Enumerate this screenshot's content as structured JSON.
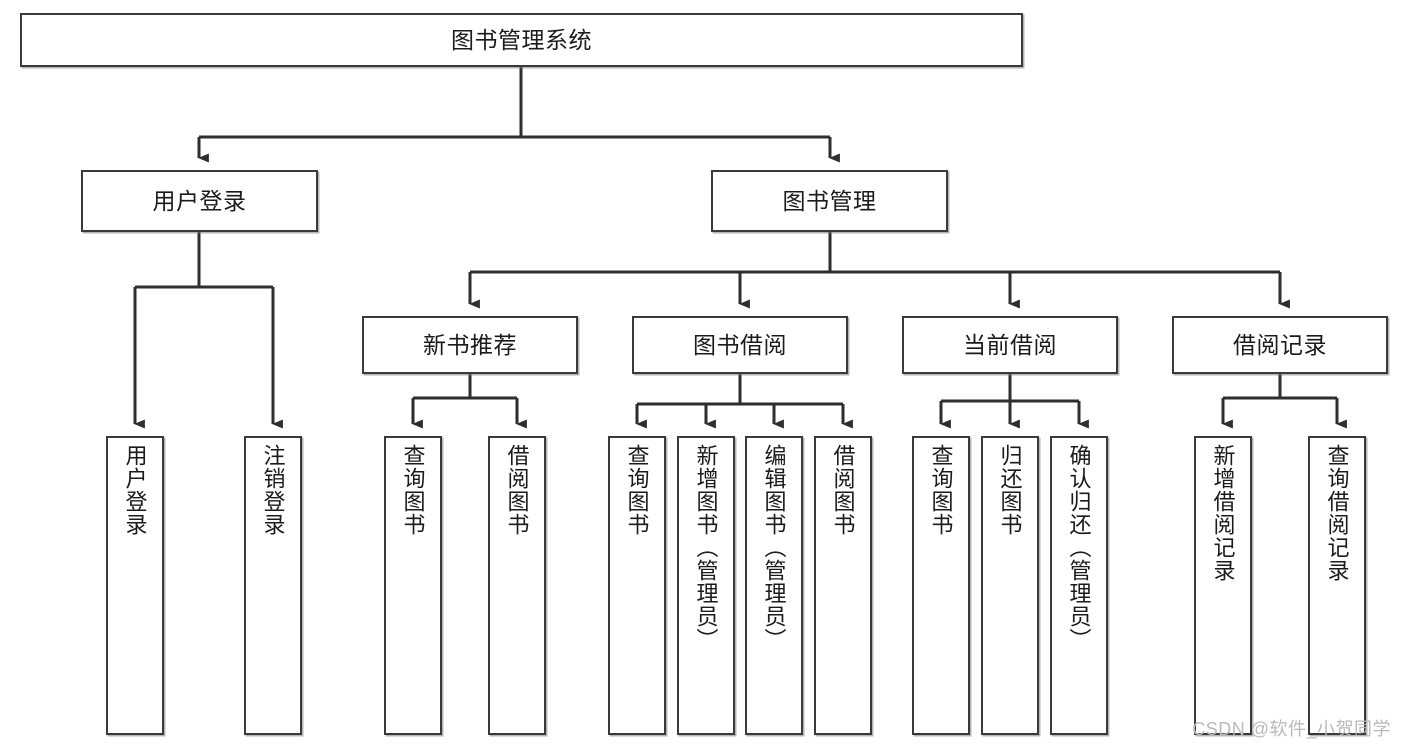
{
  "diagram": {
    "title": "图书管理系统",
    "type": "tree-hierarchy-chart",
    "accent_color": "#3a3a3a",
    "background_color": "#ffffff",
    "root": {
      "id": "root",
      "label": "图书管理系统"
    },
    "level2": [
      {
        "id": "user-login",
        "label": "用户登录"
      },
      {
        "id": "book-manage",
        "label": "图书管理"
      }
    ],
    "level3": [
      {
        "id": "new-book-rec",
        "label": "新书推荐",
        "parent": "book-manage"
      },
      {
        "id": "book-borrow",
        "label": "图书借阅",
        "parent": "book-manage"
      },
      {
        "id": "current-borrow",
        "label": "当前借阅",
        "parent": "book-manage"
      },
      {
        "id": "borrow-record",
        "label": "借阅记录",
        "parent": "book-manage"
      }
    ],
    "leaves": {
      "user-login": [
        {
          "id": "leaf-user-login",
          "label": "用户登录"
        },
        {
          "id": "leaf-logout",
          "label": "注销登录"
        }
      ],
      "new-book-rec": [
        {
          "id": "leaf-query-book-1",
          "label": "查询图书"
        },
        {
          "id": "leaf-borrow-book-1",
          "label": "借阅图书"
        }
      ],
      "book-borrow": [
        {
          "id": "leaf-query-book-2",
          "label": "查询图书"
        },
        {
          "id": "leaf-add-book",
          "label": "新增图书（管理员）"
        },
        {
          "id": "leaf-edit-book",
          "label": "编辑图书（管理员）"
        },
        {
          "id": "leaf-borrow-book-2",
          "label": "借阅图书"
        }
      ],
      "current-borrow": [
        {
          "id": "leaf-query-book-3",
          "label": "查询图书"
        },
        {
          "id": "leaf-return-book",
          "label": "归还图书"
        },
        {
          "id": "leaf-confirm-return",
          "label": "确认归还（管理员）"
        }
      ],
      "borrow-record": [
        {
          "id": "leaf-add-record",
          "label": "新增借阅记录"
        },
        {
          "id": "leaf-query-record",
          "label": "查询借阅记录"
        }
      ]
    }
  },
  "watermark": {
    "text": "CSDN @软件_小贺同学"
  }
}
